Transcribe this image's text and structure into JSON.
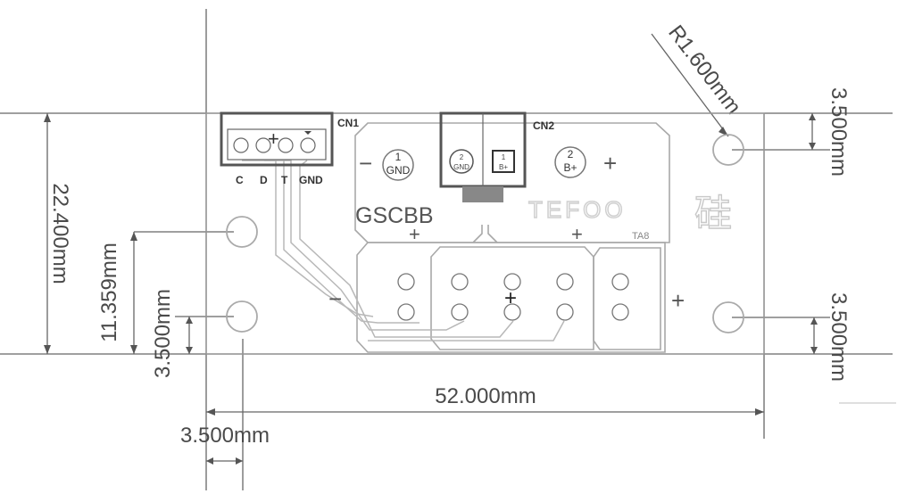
{
  "dimensions": {
    "height": "22.400mm",
    "mid_height": "11.359mm",
    "hole_y_left": "3.500mm",
    "hole_x_left": "3.500mm",
    "width": "52.000mm",
    "radius": "R1.600mm",
    "hole_y_right_top": "3.500mm",
    "hole_y_right_bottom": "3.500mm"
  },
  "board": {
    "cn1_label": "CN1",
    "cn2_label": "CN2",
    "cn1_pins": [
      "C",
      "D",
      "T",
      "GND"
    ],
    "silk_name": "GSCBB",
    "silk_logo": "TEFOO",
    "silk_glyph": "硅",
    "ta_label": "TA8",
    "pad_gnd_num": "1",
    "pad_gnd_text": "GND",
    "pad_bplus_num": "2",
    "pad_bplus_text": "B+",
    "cn2_pin1_num": "2",
    "cn2_pin1_text": "GND",
    "cn2_pin2_num": "1",
    "cn2_pin2_text": "B+",
    "minus_sign": "−",
    "plus_sign": "+"
  },
  "colors": {
    "outline": "#9a9a9a",
    "dim_line": "#555555",
    "connector": "#555555"
  }
}
